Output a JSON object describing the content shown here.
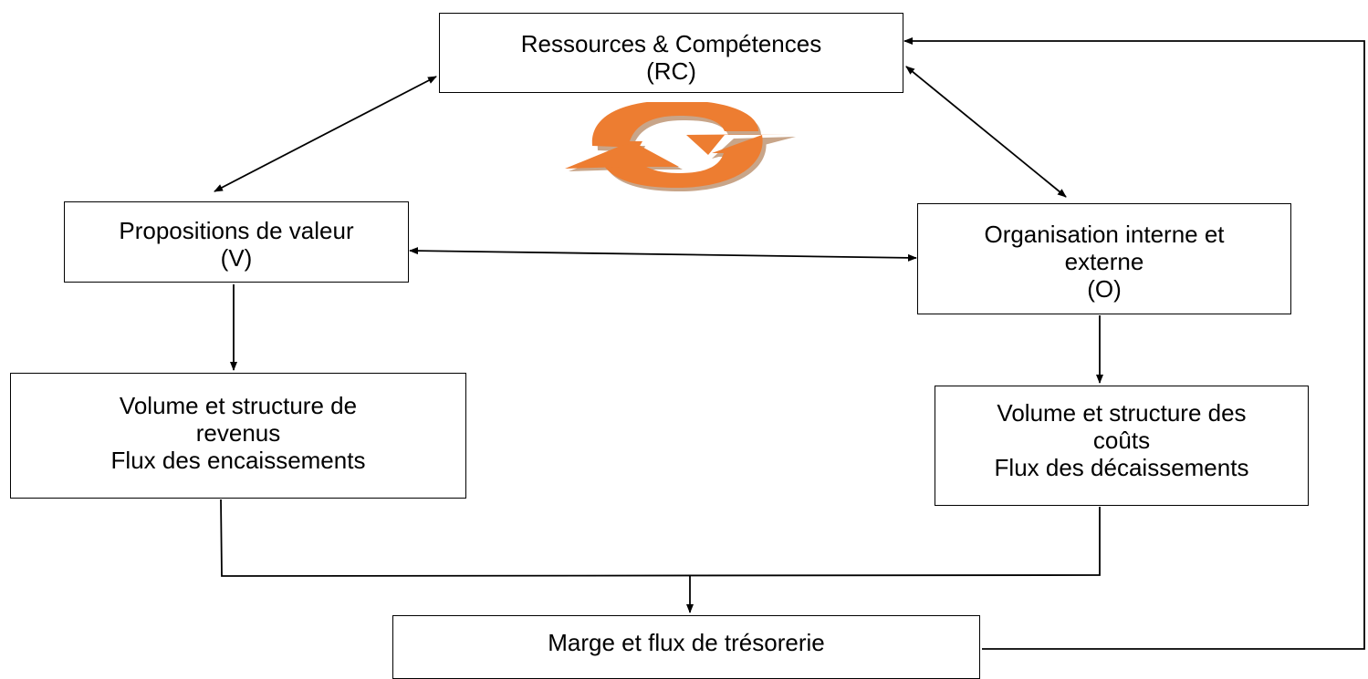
{
  "diagram": {
    "boxes": {
      "rc": {
        "line1": "Ressources & Compétences",
        "line2": "(RC)"
      },
      "v": {
        "line1": "Propositions de valeur",
        "line2": "(V)"
      },
      "o": {
        "line1": "Organisation interne et",
        "line2": "externe",
        "line3": "(O)"
      },
      "rev": {
        "line1": "Volume et structure de",
        "line2": "revenus",
        "line3": "Flux des encaissements"
      },
      "cost": {
        "line1": "Volume et structure des",
        "line2": "coûts",
        "line3": "Flux des décaissements"
      },
      "marge": {
        "line1": "Marge et flux de trésorerie"
      }
    },
    "cycle_icon": {
      "name": "refresh-cycle-icon",
      "color": "#ED7D31",
      "shadow_color": "#C8A589"
    },
    "line_color": "#000000"
  }
}
